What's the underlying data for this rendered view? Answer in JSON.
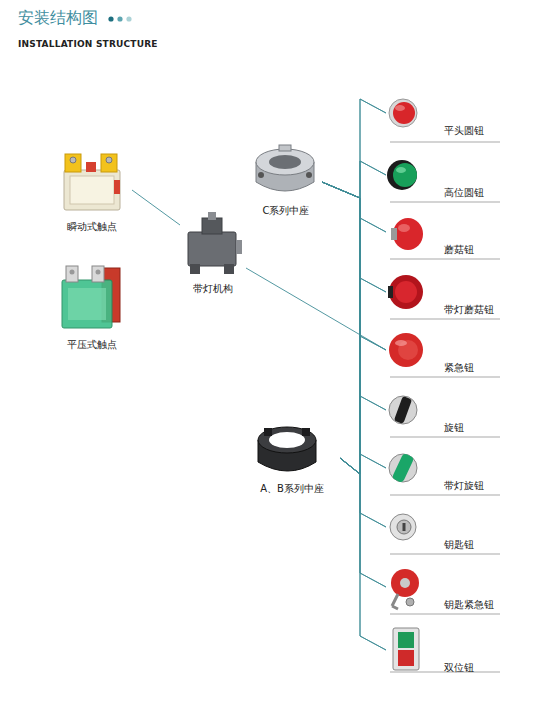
{
  "diagram": {
    "title": "安装结构图",
    "nodes": [
      {
        "text": [
          "瞬动式触点"
        ]
      },
      {
        "text": [
          "平压式触点"
        ]
      },
      {
        "text": [
          "C系列中座"
        ]
      },
      {
        "text": [
          "带灯机构"
        ]
      },
      {
        "text": [
          "A、B系列中座"
        ]
      },
      {
        "text": [
          "平头圆钮"
        ]
      },
      {
        "text": [
          "高位圆钮"
        ]
      },
      {
        "text": [
          "蘑菇钮"
        ]
      },
      {
        "text": [
          "带灯蘑菇钮"
        ]
      },
      {
        "text": [
          "紧急钮"
        ]
      },
      {
        "text": [
          "旋钮"
        ]
      },
      {
        "text": [
          "带灯旋钮"
        ]
      },
      {
        "text": [
          "钥匙钮"
        ]
      },
      {
        "text": [
          "钥匙紧急钮"
        ]
      },
      {
        "text": [
          "双位钮"
        ]
      }
    ],
    "edges": [
      {
        "from": 0,
        "to": 3,
        "arrow": "none"
      },
      {
        "from": 3,
        "to": 9,
        "arrow": "none"
      },
      {
        "from": 2,
        "to": 5,
        "arrow": "none"
      },
      {
        "from": 2,
        "to": 6,
        "arrow": "none"
      },
      {
        "from": 2,
        "to": 7,
        "arrow": "none"
      },
      {
        "from": 2,
        "to": 8,
        "arrow": "none"
      },
      {
        "from": 2,
        "to": 9,
        "arrow": "none"
      },
      {
        "from": 2,
        "to": 10,
        "arrow": "none"
      },
      {
        "from": 2,
        "to": 11,
        "arrow": "none"
      },
      {
        "from": 2,
        "to": 12,
        "arrow": "none"
      },
      {
        "from": 2,
        "to": 13,
        "arrow": "none"
      },
      {
        "from": 2,
        "to": 14,
        "arrow": "none"
      },
      {
        "from": 4,
        "to": 5,
        "arrow": "none"
      },
      {
        "from": 4,
        "to": 6,
        "arrow": "none"
      },
      {
        "from": 4,
        "to": 7,
        "arrow": "none"
      },
      {
        "from": 4,
        "to": 8,
        "arrow": "none"
      },
      {
        "from": 4,
        "to": 9,
        "arrow": "none"
      },
      {
        "from": 4,
        "to": 10,
        "arrow": "none"
      },
      {
        "from": 4,
        "to": 11,
        "arrow": "none"
      },
      {
        "from": 4,
        "to": 12,
        "arrow": "none"
      },
      {
        "from": 4,
        "to": 13,
        "arrow": "none"
      },
      {
        "from": 4,
        "to": 14,
        "arrow": "none"
      }
    ],
    "labels": [
      "INSTALLATION STRUCTURE"
    ]
  }
}
